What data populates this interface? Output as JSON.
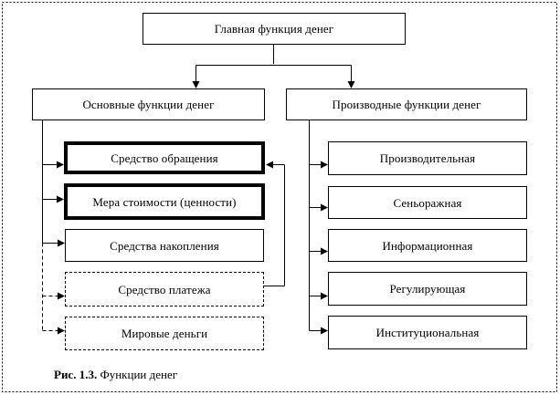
{
  "diagram": {
    "top": {
      "label": "Главная функция денег"
    },
    "left_branch": {
      "header": "Основные функции денег",
      "items": [
        {
          "label": "Средство обращения"
        },
        {
          "label": "Мера стоимости (ценности)"
        },
        {
          "label": "Средства накопления"
        },
        {
          "label": "Средство платежа"
        },
        {
          "label": "Мировые деньги"
        }
      ]
    },
    "right_branch": {
      "header": "Производные функции денег",
      "items": [
        {
          "label": "Производительная"
        },
        {
          "label": "Сеньоражная"
        },
        {
          "label": "Информационная"
        },
        {
          "label": "Регулирующая"
        },
        {
          "label": "Институциональная"
        }
      ]
    },
    "caption": {
      "prefix": "Рис. 1.3.",
      "text": " Функции денег"
    }
  }
}
